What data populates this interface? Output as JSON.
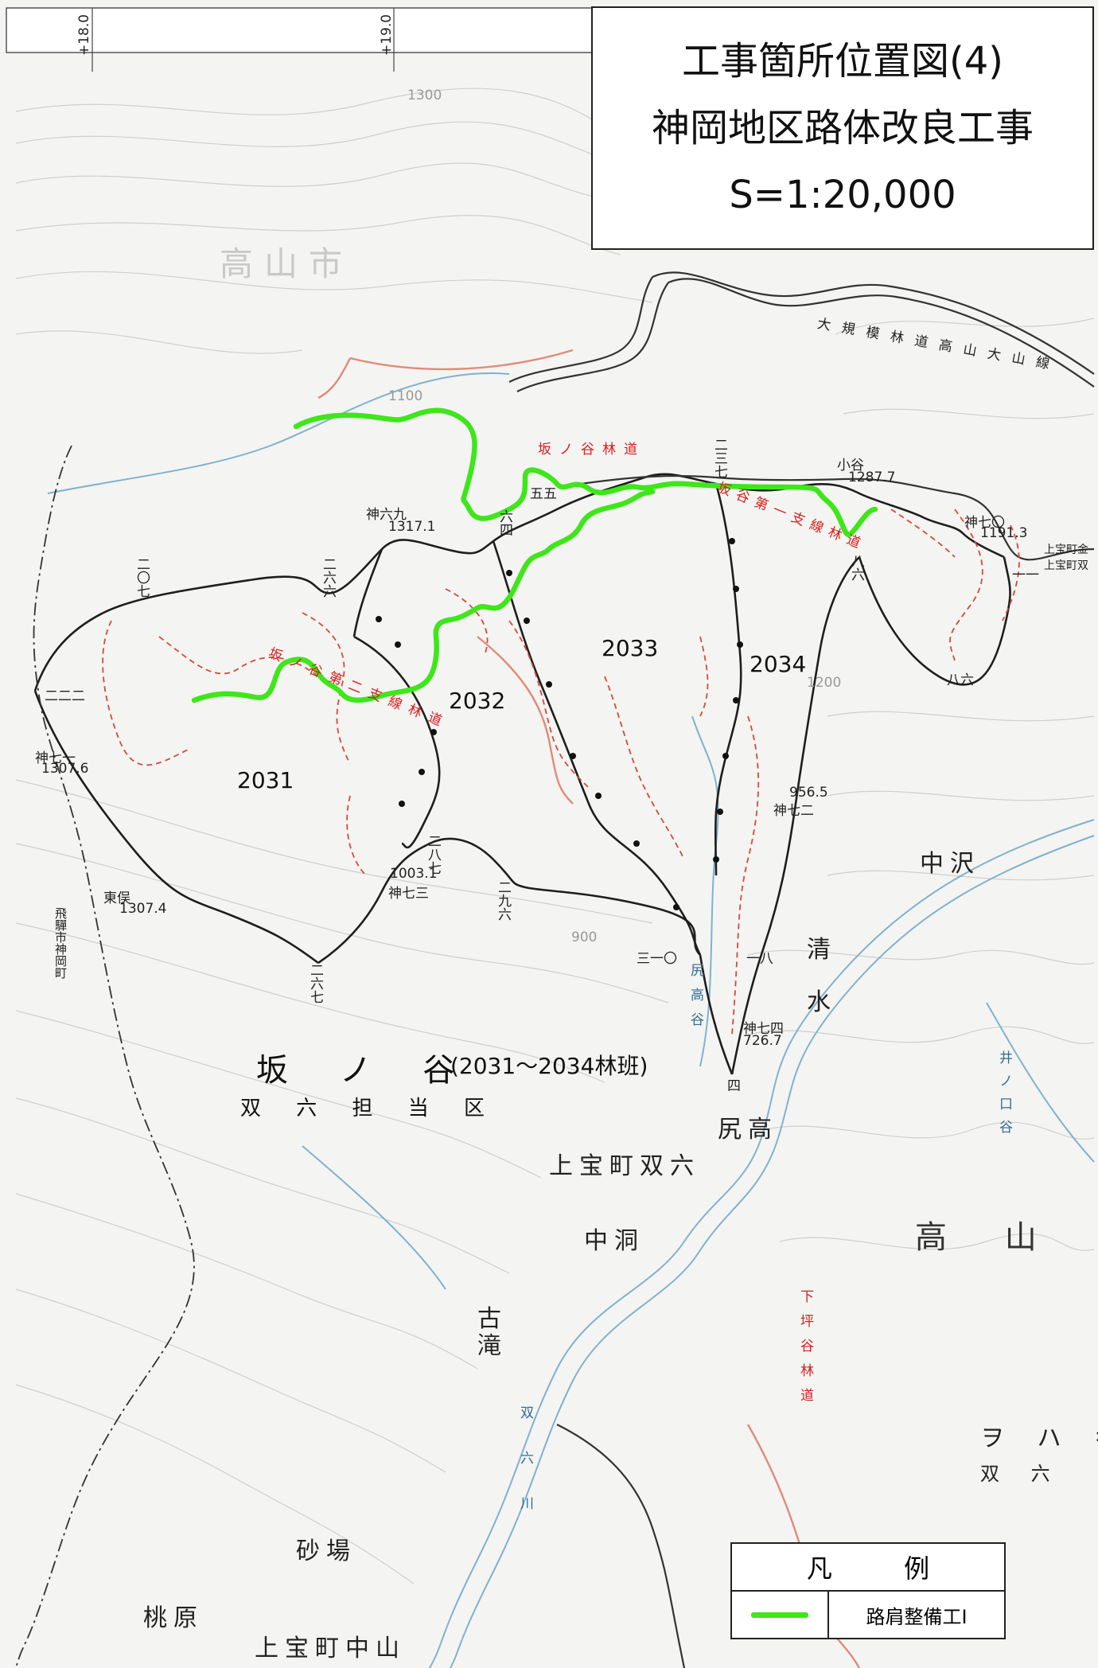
{
  "title": {
    "line1": "工事箇所位置図(4)",
    "line2": "神岡地区路体改良工事",
    "line3": "S=1:20,000"
  },
  "grid": {
    "x1": "+18.0",
    "x2": "+19.0"
  },
  "places": {
    "takayama_city": "高山市",
    "nakazawa": "中沢",
    "seisui_1": "清",
    "seisui_2": "水",
    "shiritaka": "尻高",
    "kamitakara_sugoroku": "上宝町双六",
    "nakabora": "中洞",
    "furutaki_1": "古",
    "furutaki_2": "滝",
    "sunaba": "砂場",
    "momohara": "桃原",
    "kamitakara_nakayama": "上宝町中山",
    "takayama_big": "高 山",
    "wohaki": "ヲ ハ キ",
    "sugoroku_small": "双 六"
  },
  "forest": {
    "name": "坂 ノ 谷",
    "range": "(2031〜2034林班)",
    "district": "双 六 担 当 区",
    "stands": [
      "2031",
      "2032",
      "2033",
      "2034"
    ]
  },
  "roads": {
    "sakanotani": "坂ノ谷林道",
    "daiichi_shisen": "坂谷第一支線林道",
    "sakanotani_second": "坂ノ谷第二支線林道",
    "large_forest_road": "大規模林道高山大山線",
    "shimotsubo": "下坪谷林道",
    "inokuchi": "井ノ口谷"
  },
  "rivers": {
    "shiritaka_tani": "尻高谷",
    "sugoroku_river": "双六川"
  },
  "points": {
    "kamiroku9": "神六九",
    "kamiroku9_elev": "1317.1",
    "kotani": "小谷",
    "kotani_elev": "1287.7",
    "kami70": "神七〇",
    "kami70_elev": "1191.3",
    "kami71": "神七一",
    "kami71_elev": "1307.6",
    "higashimata": "東俣",
    "higashimata_elev": "1307.4",
    "kami72": "神七二",
    "kami72_elev": "956.5",
    "kami73": "神七三",
    "kami73_elev": "1003.1",
    "kami74": "神七四",
    "kami74_elev": "726.7",
    "c255": "五五",
    "c264": "六四",
    "c237": "二三七",
    "c286": "八六",
    "c286b": "八六",
    "c207": "二〇七",
    "c266": "二六六",
    "c222": "二二二",
    "c287": "二八七",
    "c296": "二九六",
    "c267": "二六七",
    "c310": "三一〇",
    "c18": "一八",
    "c4": "四",
    "c11": "一一",
    "c_hida": "上宝町金",
    "c_hida2": "上宝町双",
    "border_text": "飛驒市神岡町"
  },
  "contours": {
    "c1300": "1300",
    "c1100": "1100",
    "c1200": "1200",
    "c900": "900"
  },
  "legend": {
    "title": "凡 例",
    "item_label": "路肩整備工Ⅰ",
    "item_color": "#3ee61a"
  }
}
